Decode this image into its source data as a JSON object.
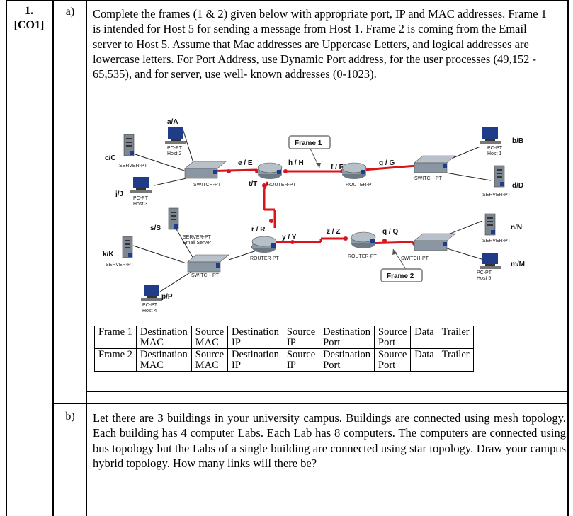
{
  "question": {
    "number": "1.",
    "co": "[CO1]"
  },
  "part_a": {
    "label": "a)",
    "text": "Complete the frames (1 & 2) given below with appropriate port, IP and MAC addresses. Frame 1 is intended for Host 5 for sending a message from Host 1. Frame 2 is coming from the Email server to Host 5. Assume that Mac addresses are Uppercase Letters, and logical addresses are lowercase letters. For Port Address, use Dynamic Port address, for the user processes (49,152 - 65,535), and for server, use well- known addresses (0-1023)."
  },
  "diagram": {
    "nodes": {
      "host2": {
        "label": "a/A",
        "type": "PC-PT",
        "name": "Host 2"
      },
      "server_c": {
        "label": "c/C",
        "type": "SERVER-PT"
      },
      "host3": {
        "label": "j/J",
        "type": "PC-PT",
        "name": "Host 3"
      },
      "switch1": {
        "type": "SWITCH-PT"
      },
      "router1": {
        "label": "e / E",
        "label2": "h / H",
        "label3": "t/T",
        "type": "ROUTER-PT"
      },
      "router2": {
        "label": "f / F",
        "label2": "g / G",
        "type": "ROUTER-PT"
      },
      "switch2": {
        "type": "SWITCH-PT"
      },
      "host1": {
        "label": "b/B",
        "type": "PC-PT",
        "name": "Host 1"
      },
      "server_d": {
        "label": "d/D",
        "type": "SERVER-PT"
      },
      "email_server": {
        "label": "s/S",
        "type": "SERVER-PT",
        "name": "Email Server"
      },
      "server_k": {
        "label": "k/K",
        "type": "SERVER-PT"
      },
      "switch3": {
        "type": "SWITCH-PT"
      },
      "host4": {
        "label": "p/P",
        "type": "PC-PT",
        "name": "Host 4"
      },
      "router3": {
        "label": "r / R",
        "label2": "y / Y",
        "type": "ROUTER-PT"
      },
      "router4": {
        "label": "z / Z",
        "label2": "q / Q",
        "type": "ROUTER-PT"
      },
      "switch4": {
        "type": "SWITCH-PT"
      },
      "server_n": {
        "label": "n/N",
        "type": "SERVER-PT"
      },
      "host5": {
        "label": "m/M",
        "type": "PC-PT",
        "name": "Host 5"
      }
    },
    "frame1_callout": "Frame 1",
    "frame2_callout": "Frame 2"
  },
  "frames_table": {
    "rows": [
      {
        "frame": "Frame 1",
        "c1": [
          "Destination",
          "MAC"
        ],
        "c2": [
          "Source",
          "MAC"
        ],
        "c3": [
          "Destination",
          "IP"
        ],
        "c4": [
          "Source",
          "IP"
        ],
        "c5": [
          "Destination",
          "Port"
        ],
        "c6": [
          "Source",
          "Port"
        ],
        "c7": "Data",
        "c8": "Trailer"
      },
      {
        "frame": "Frame 2",
        "c1": [
          "Destination",
          "MAC"
        ],
        "c2": [
          "Source",
          "MAC"
        ],
        "c3": [
          "Destination",
          "IP"
        ],
        "c4": [
          "Source",
          "IP"
        ],
        "c5": [
          "Destination",
          "Port"
        ],
        "c6": [
          "Source",
          "Port"
        ],
        "c7": "Data",
        "c8": "Trailer"
      }
    ]
  },
  "part_b": {
    "label": "b)",
    "text": "Let there are 3 buildings in your university campus. Buildings are connected using mesh topology. Each building has 4 computer Labs. Each Lab has 8 computers. The computers are connected using bus topology but the Labs of a single building are connected using star topology. Draw your campus hybrid topology. How many links will there be?"
  },
  "colors": {
    "link": "#d8141c",
    "router": "#8d9aa5",
    "switch": "#8a97a2",
    "server": "#7c8791",
    "monitor": "#1f3c88",
    "callout_border": "#777777"
  }
}
